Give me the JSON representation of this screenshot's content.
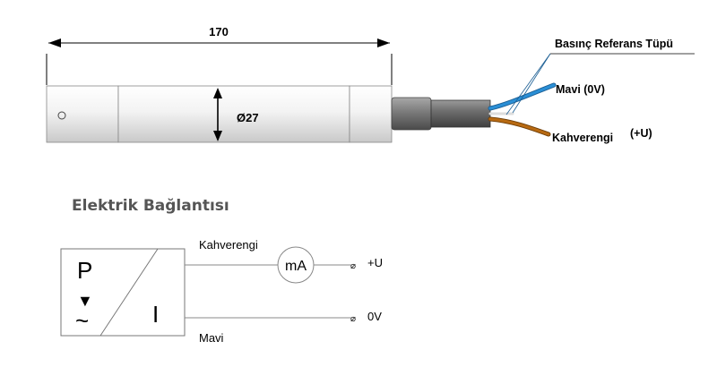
{
  "sensor": {
    "length_label": "170",
    "diameter_label": "Ø27",
    "labels": {
      "reference_tube": "Basınç Referans Tüpü",
      "blue_wire": "Mavi  (0V)",
      "brown_wire": "Kahverengi",
      "brown_wire_suffix": "(+U)"
    },
    "colors": {
      "blue_wire": "#2a8fd6",
      "brown_wire": "#b86a12"
    }
  },
  "wiring": {
    "title": "Elektrik Bağlantısı",
    "box": {
      "p": "P",
      "arrow": "▼",
      "wave": "~",
      "i": "I"
    },
    "top_wire_label": "Kahverengi",
    "bottom_wire_label": "Mavi",
    "meter_label": "mA",
    "terminal_top": "+U",
    "terminal_bottom": "0V",
    "terminal_symbol": "⌀"
  }
}
